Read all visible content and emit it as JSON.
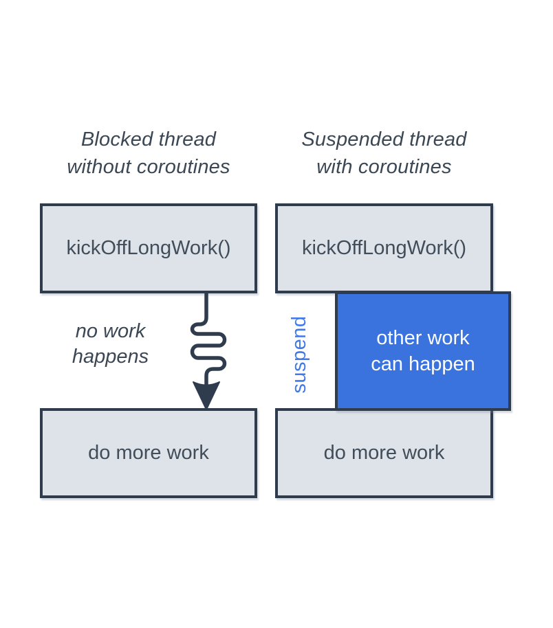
{
  "diagram": {
    "columns": [
      {
        "id": "blocked",
        "title": "Blocked thread\nwithout coroutines",
        "top_box": "kickOffLongWork()",
        "middle_annotation": "no work\nhappens",
        "bottom_box": "do more work"
      },
      {
        "id": "suspended",
        "title": "Suspended thread\nwith coroutines",
        "top_box": "kickOffLongWork()",
        "suspend_label": "suspend",
        "other_work_box": "other work\ncan happen",
        "bottom_box": "do more work"
      }
    ],
    "icons": {
      "arrow": "squiggly-arrow-down-icon"
    },
    "colors": {
      "outline": "#2e3c4d",
      "box_fill": "#dee2e9",
      "box_text": "#414d59",
      "accent_blue": "#3b73de",
      "suspend_text": "#4079e8",
      "inverse_text": "#fafcfe",
      "background": "#ffffff"
    }
  }
}
